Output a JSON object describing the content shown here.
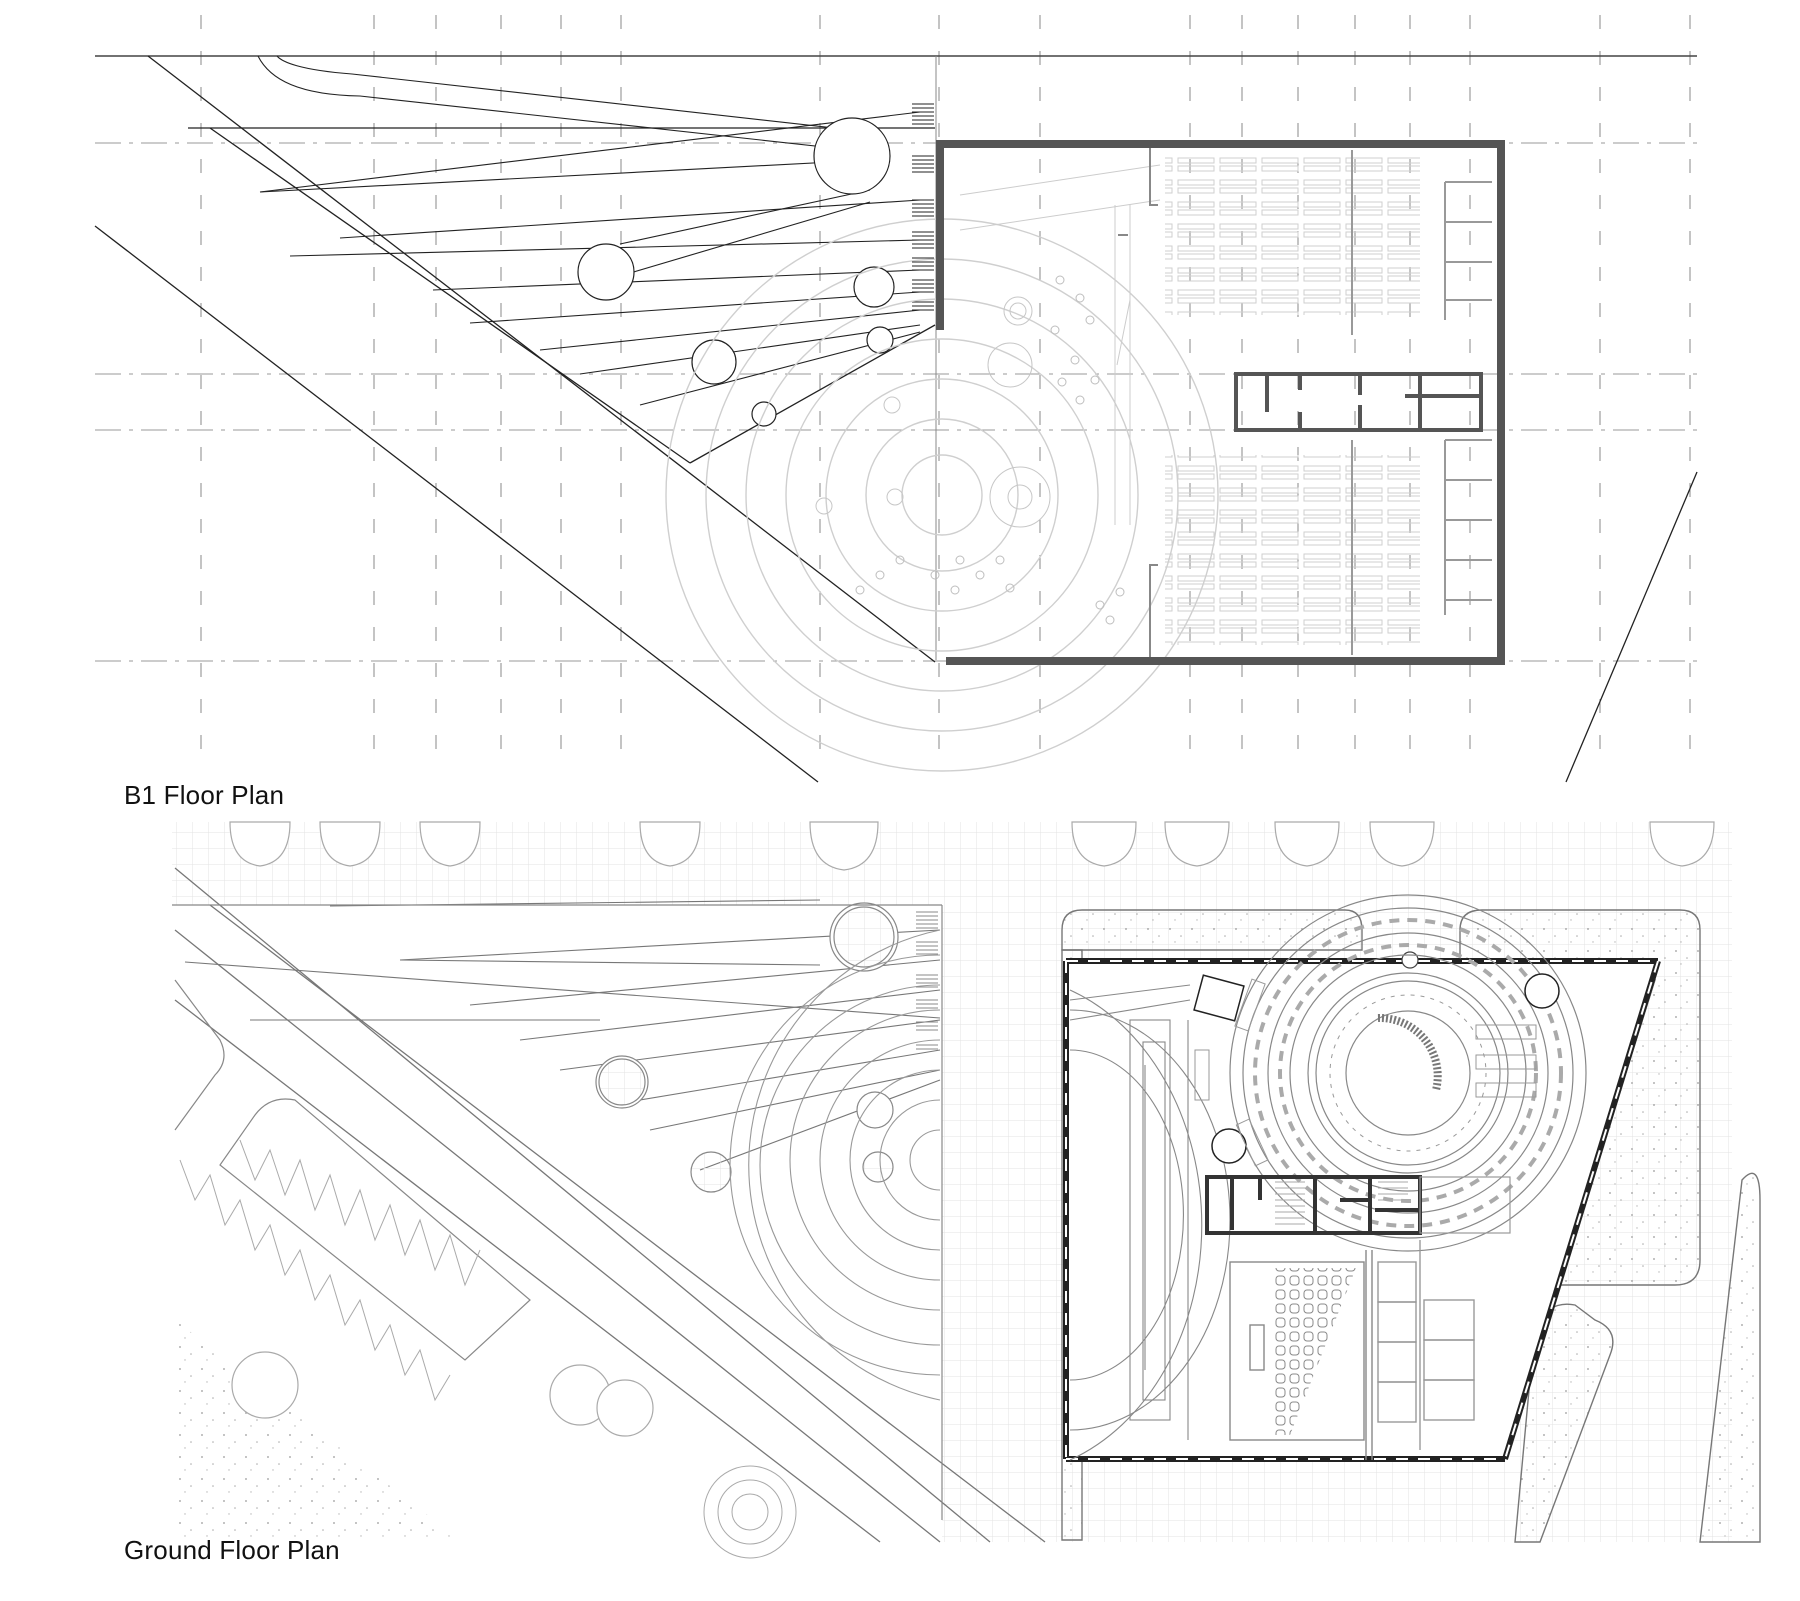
{
  "drawing": {
    "type": "architectural floor plans",
    "colors": {
      "background": "#ffffff",
      "primary_line": "#222222",
      "secondary_line": "#9a9a9a",
      "light_line": "#c8c8c8",
      "wall_fill": "#555555",
      "grid": "#e2e2e2"
    }
  },
  "plans": [
    {
      "id": "b1",
      "label": "B1 Floor Plan",
      "elements": [
        "grid-axes",
        "radial-ramps",
        "circular-skylights",
        "amphitheater-rings",
        "library-stacks",
        "service-core",
        "perimeter-wall"
      ]
    },
    {
      "id": "ground",
      "label": "Ground Floor Plan",
      "elements": [
        "site-grid",
        "trees",
        "diagonal-road",
        "parking-bays",
        "radial-paths",
        "circular-reading-hall",
        "service-core",
        "auditorium-seating",
        "offices",
        "planters",
        "perimeter-facade"
      ]
    }
  ]
}
